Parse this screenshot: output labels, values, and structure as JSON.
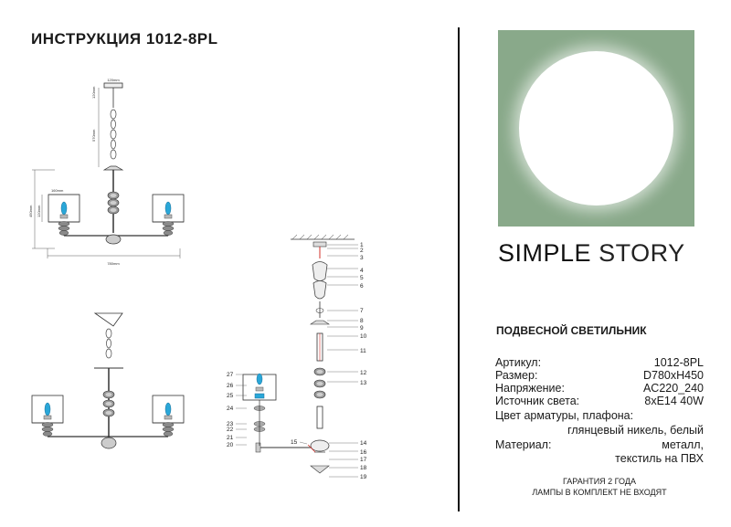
{
  "header": {
    "title": "ИНСТРУКЦИЯ 1012-8PL"
  },
  "drawing": {
    "dims": {
      "canopy_width": "120mm",
      "canopy_height": "120mm",
      "chain": "570mm",
      "shade_width": "160mm",
      "shade_height": "120mm",
      "total_height": "450mm",
      "total_width": "780mm"
    },
    "part_numbers": [
      "1",
      "2",
      "3",
      "4",
      "5",
      "6",
      "7",
      "8",
      "9",
      "10",
      "11",
      "12",
      "13",
      "14",
      "15",
      "16",
      "17",
      "18",
      "19",
      "20",
      "21",
      "22",
      "23",
      "24",
      "25",
      "26",
      "27"
    ]
  },
  "brand": {
    "word1": "SIMPLE",
    "word2": "STORY"
  },
  "product": {
    "type": "ПОДВЕСНОЙ СВЕТИЛЬНИК",
    "specs": [
      {
        "label": "Артикул:",
        "value": "1012-8PL"
      },
      {
        "label": "Размер:",
        "value": "D780xH450"
      },
      {
        "label": "Напряжение:",
        "value": "AC220_240"
      },
      {
        "label": "Источник света:",
        "value": "8xE14 40W"
      }
    ],
    "color_label": "Цвет арматуры, плафона:",
    "color_value": "глянцевый никель, белый",
    "material_label": "Материал:",
    "material_value1": "металл,",
    "material_value2": "текстиль на ПВХ"
  },
  "footer": {
    "warranty": "ГАРАНТИЯ 2 ГОДА",
    "lamps": "ЛАМПЫ В КОМПЛЕКТ НЕ ВХОДЯТ"
  },
  "colors": {
    "logo_green": "#89a98a",
    "accent_red": "#d0302a",
    "bulb_blue": "#2aa7d8"
  }
}
